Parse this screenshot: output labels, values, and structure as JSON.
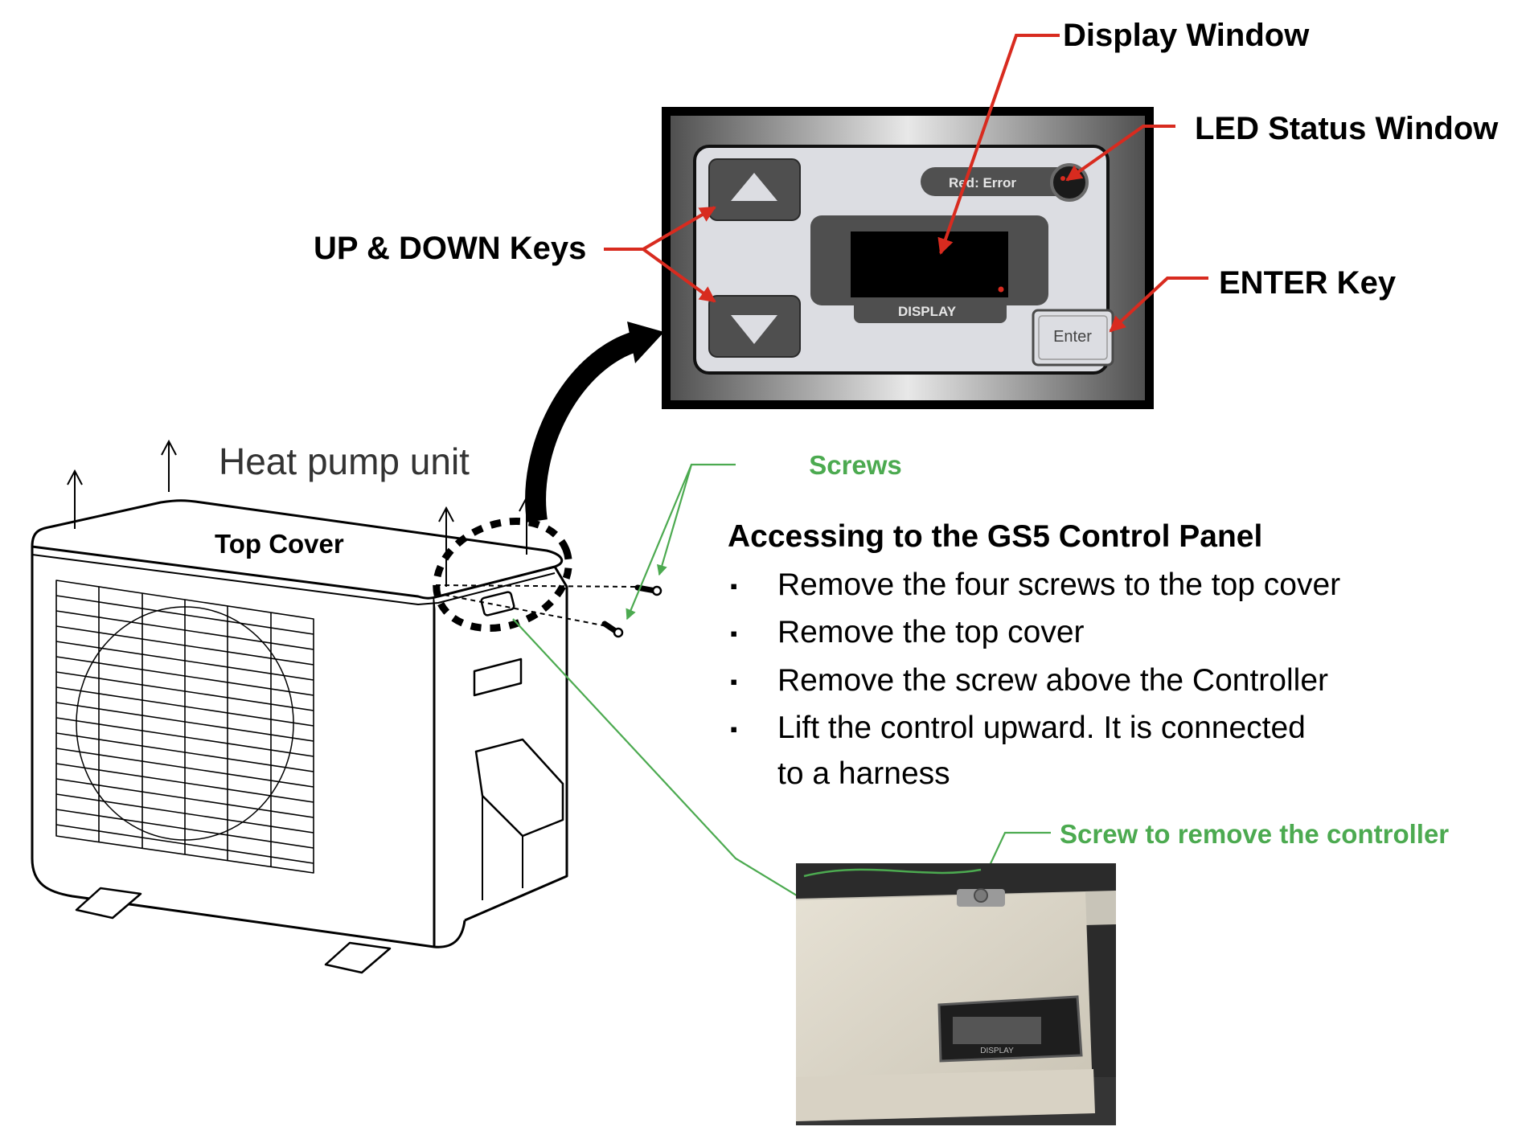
{
  "callouts": {
    "display_window": "Display Window",
    "led_status_window": "LED Status Window",
    "up_down_keys": "UP & DOWN Keys",
    "enter_key": "ENTER Key"
  },
  "panel": {
    "led_label": "Red: Error",
    "display_label": "DISPLAY",
    "enter_label": "Enter"
  },
  "unit": {
    "title": "Heat pump unit",
    "top_cover": "Top Cover"
  },
  "screws_label": "Screws",
  "screw_controller_label": "Screw to remove the controller",
  "instructions": {
    "heading": "Accessing to the GS5 Control Panel",
    "steps": [
      "Remove the four screws to the top cover",
      "Remove the top cover",
      "Remove the screw above the Controller",
      "Lift the control upward. It is connected",
      "to a harness"
    ],
    "bullet": "▪"
  },
  "photo": {
    "display_label": "DISPLAY"
  },
  "colors": {
    "red": "#d82b1f",
    "green": "#4caa50",
    "black": "#000000"
  }
}
